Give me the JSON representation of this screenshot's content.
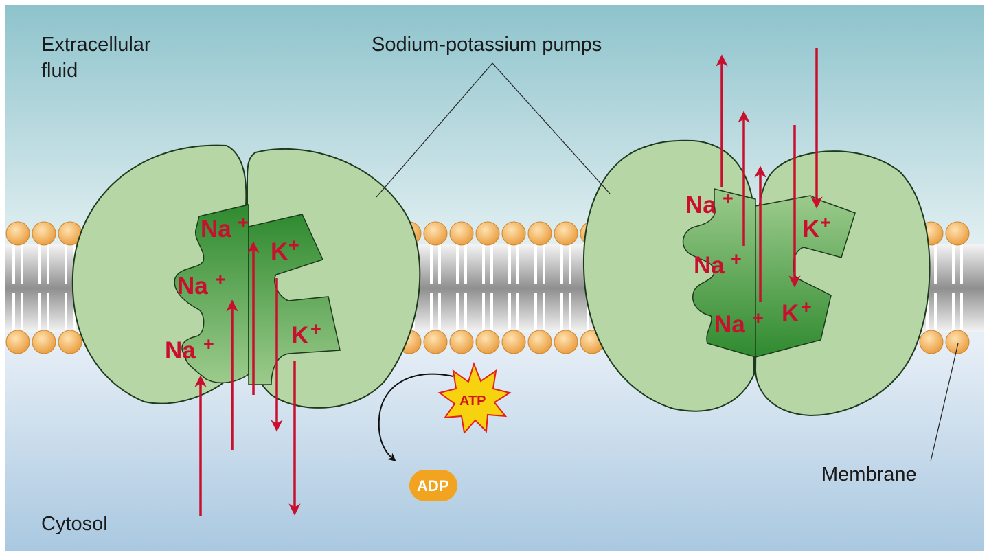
{
  "labels": {
    "extracellular_line1": "Extracellular",
    "extracellular_line2": "fluid",
    "pumps": "Sodium-potassium pumps",
    "membrane": "Membrane",
    "cytosol": "Cytosol"
  },
  "ions": {
    "na": "Na",
    "k": "K",
    "plus": "+"
  },
  "energy": {
    "atp": "ATP",
    "adp": "ADP"
  },
  "colors": {
    "bg_top": "#8ec3cc",
    "bg_mid": "#e3f0f2",
    "bg_bottom": "#a9c8e0",
    "protein": "#b7d6a6",
    "channel_dark": "#2f8a2f",
    "arrow": "#c8102e",
    "phospholipid_head": "#f5b35a",
    "atp_star": "#f7d30f",
    "adp_badge": "#f2a320"
  }
}
